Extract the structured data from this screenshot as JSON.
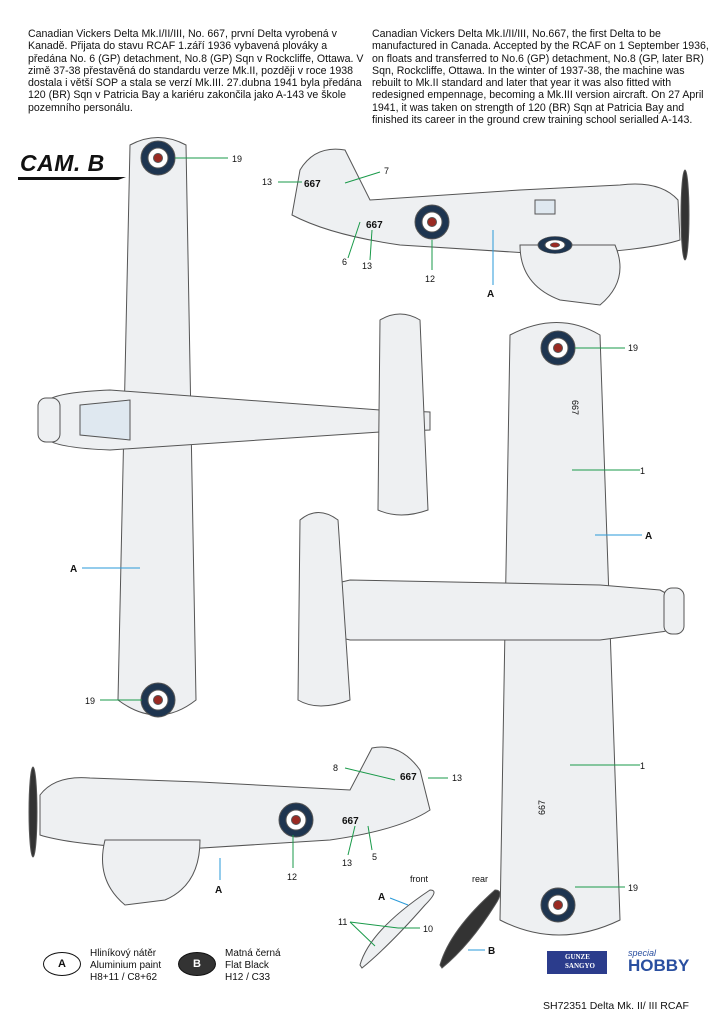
{
  "description_cz": "Canadian Vickers Delta Mk.I/II/III, No.  667, první Delta vyrobená v Kanadě. Přijata do stavu RCAF 1.září 1936 vybavená plováky a předána No. 6 (GP) detachment, No.8 (GP) Sqn v Rockcliffe, Ottawa. V zimě 37-38 přestavěná do standardu verze Mk.II, později v roce 1938 dostala i větší SOP a stala se verzí Mk.III. 27.dubna 1941 byla předána 120 (BR) Sqn v Patricia Bay a kariéru zakončila jako A-143 ve škole pozemního personálu.",
  "description_en": "Canadian Vickers Delta Mk.I/II/III, No.667, the first Delta to be manufactured in Canada. Accepted by the RCAF on 1 September 1936, on floats and transferred to No.6 (GP) detachment, No.8 (GP, later BR) Sqn, Rockcliffe, Ottawa. In the winter of 1937-38, the machine was rebuilt to Mk.II standard and later that year it was also fitted with redesigned empennage, becoming a Mk.III version aircraft. On 27 April 1941, it was taken on strength of 120 (BR) Sqn at Patricia Bay and finished its career in the ground crew training school serialled A-143.",
  "camo_label": "CAM. B",
  "serial": "667",
  "callouts": [
    "19",
    "7",
    "13",
    "6",
    "13",
    "12",
    "A",
    "19",
    "1",
    "A",
    "A",
    "19",
    "1",
    "19",
    "8",
    "13",
    "13",
    "5",
    "12",
    "A",
    "11",
    "10",
    "B",
    "A"
  ],
  "propeller_labels": {
    "front": "front",
    "rear": "rear"
  },
  "legend": [
    {
      "code": "A",
      "cz": "Hliníkový nátěr",
      "en": "Aluminium paint",
      "ref": "H8+11 / C8+62"
    },
    {
      "code": "B",
      "cz": "Matná černá",
      "en": "Flat Black",
      "ref": "H12 / C33"
    }
  ],
  "logos": {
    "gunze_1": "GUNZE",
    "gunze_2": "SANGYO",
    "sh_1": "special",
    "sh_2": "HOBBY"
  },
  "footer": "SH72351  Delta Mk. II/ III RCAF",
  "colors": {
    "aluminium": "#eef0f2",
    "roundel_blue": "#1e3550",
    "roundel_red": "#9a2a22",
    "callout_green": "#1a9a4a",
    "callout_blue": "#2a9ad8",
    "flat_black": "#333333"
  }
}
